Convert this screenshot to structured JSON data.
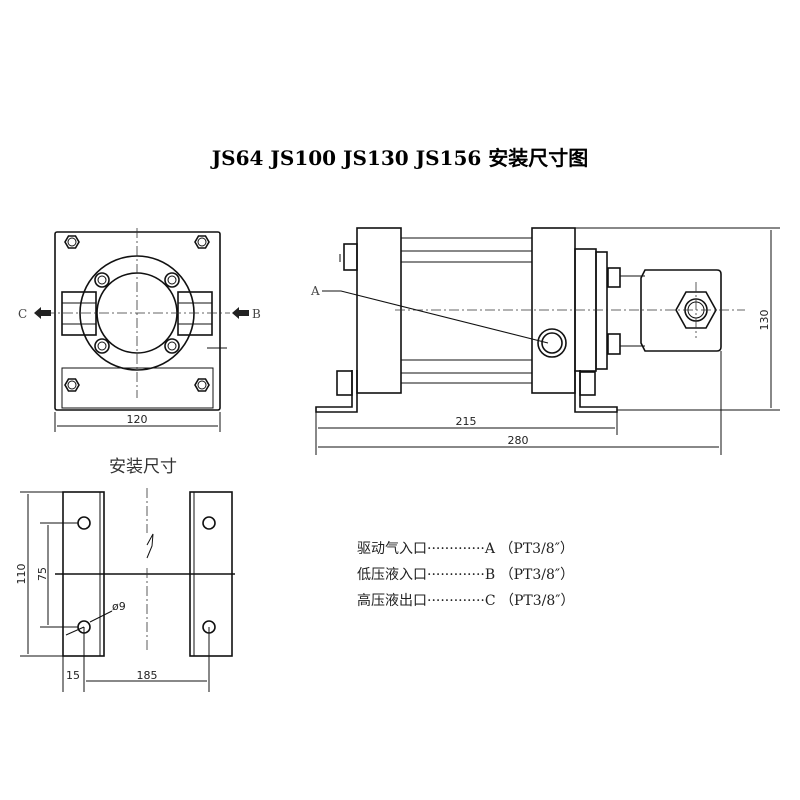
{
  "title": "JS64  JS100  JS130  JS156 安装尺寸图",
  "front_view": {
    "port_c": "C",
    "port_b": "B",
    "width_dim": "120"
  },
  "side_view": {
    "port_a": "A",
    "dim_215": "215",
    "dim_280": "280",
    "dim_130": "130"
  },
  "mount": {
    "title": "安装尺寸",
    "dim_110": "110",
    "dim_75": "75",
    "hole": "ø9",
    "dim_15": "15",
    "dim_185": "185"
  },
  "legend": [
    "驱动气入口·············A （PT3/8″）",
    "低压液入口·············B （PT3/8″）",
    "高压液出口·············C （PT3/8″）"
  ]
}
